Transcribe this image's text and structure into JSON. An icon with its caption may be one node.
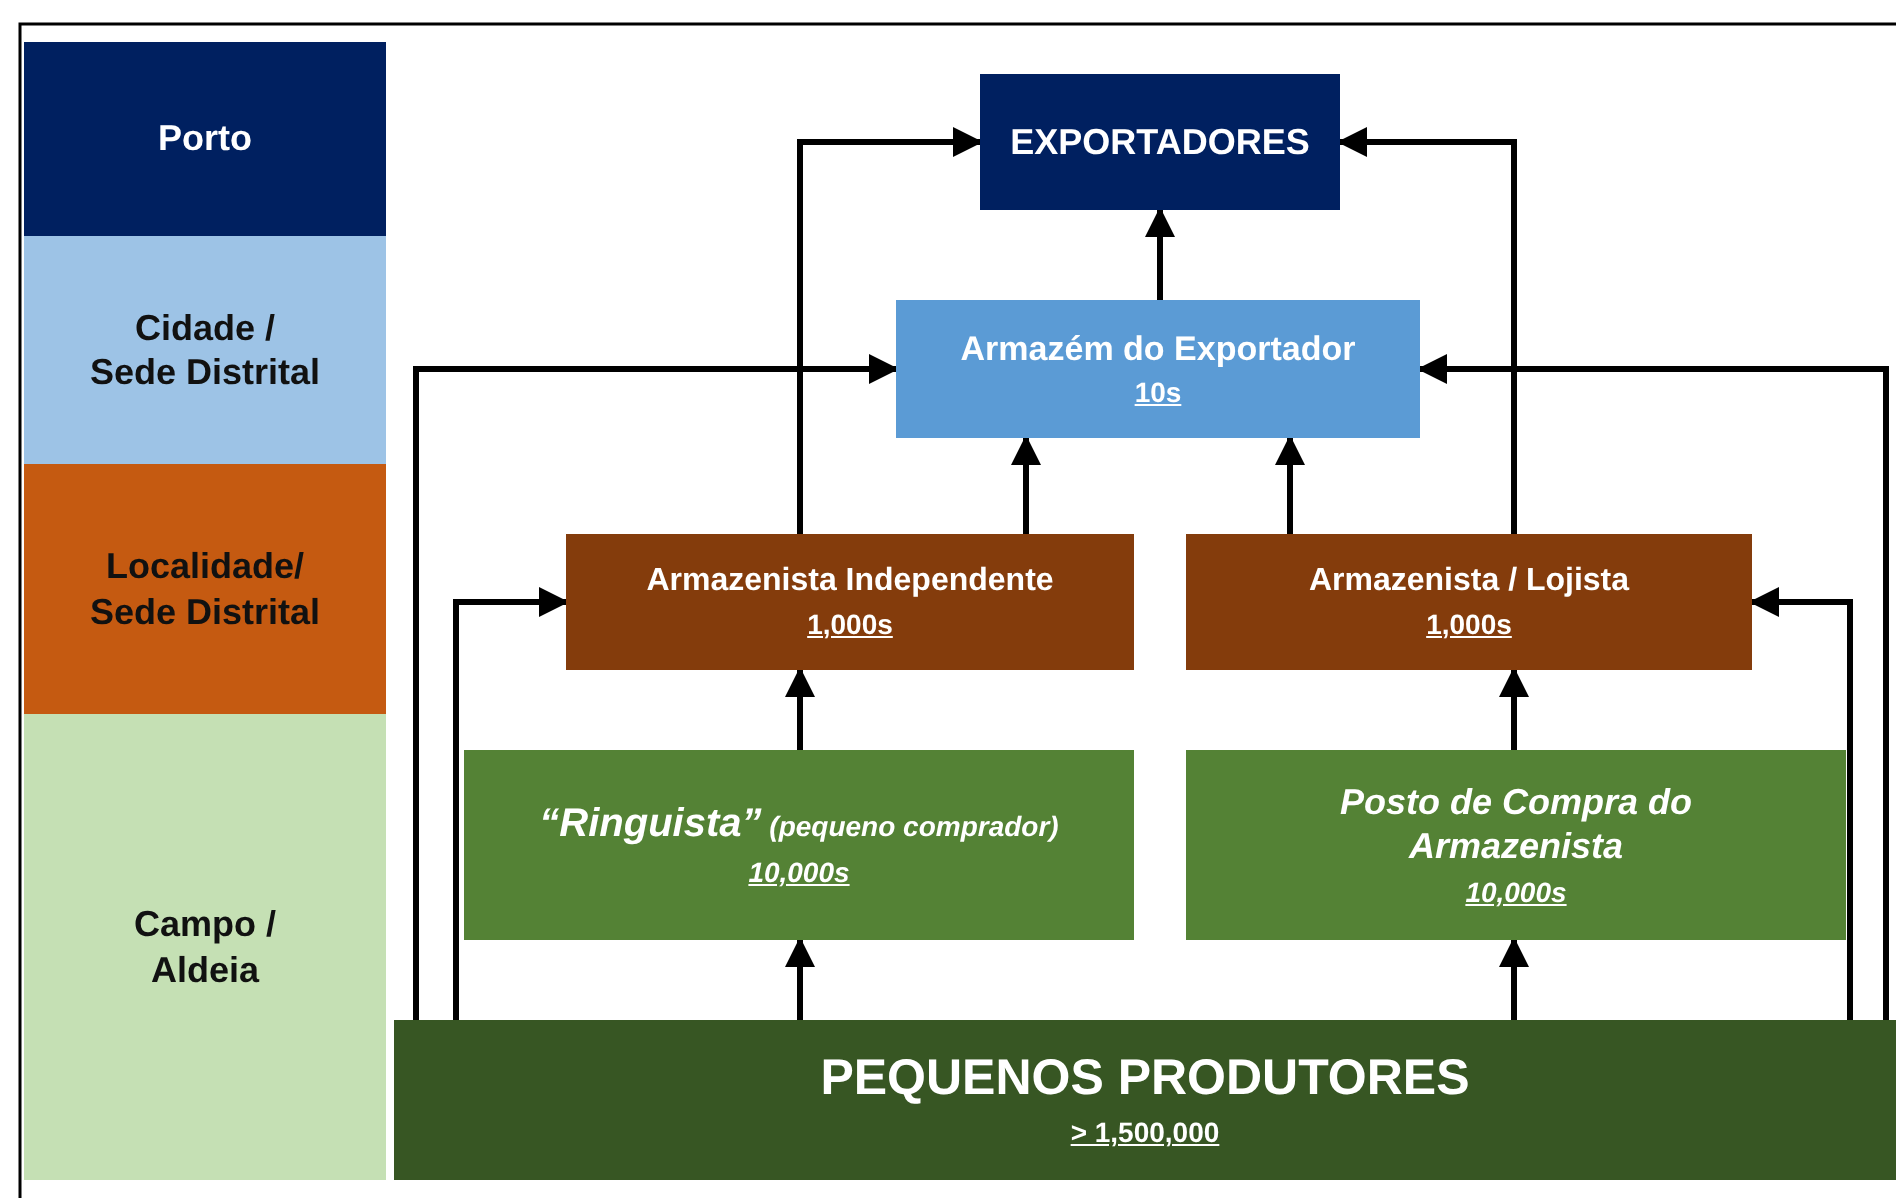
{
  "diagram": {
    "nodes": [
      {
        "text": [
          "Porto"
        ]
      },
      {
        "text": [
          "Cidade / Sede Distrital"
        ]
      },
      {
        "text": [
          "Localidade/ Sede Distrital"
        ]
      },
      {
        "text": [
          "Campo / Aldeia"
        ]
      },
      {
        "text": [
          "EXPORTADORES"
        ]
      },
      {
        "text": [
          "Armazém do Exportador",
          "10s"
        ]
      },
      {
        "text": [
          "Armazenista Independente",
          "1,000s"
        ]
      },
      {
        "text": [
          "Armazenista / Lojista",
          "1,000s"
        ]
      },
      {
        "text": [
          "**“Ringuista”** (pequeno comprador)",
          "10,000s"
        ]
      },
      {
        "text": [
          "Posto de Compra do Armazenista",
          "10,000s"
        ]
      },
      {
        "text": [
          "PEQUENOS PRODUTORES",
          "> 1,500,000"
        ]
      }
    ],
    "edges": [
      {
        "from": 5,
        "to": 4,
        "arrow": "to"
      },
      {
        "from": 6,
        "to": 4,
        "arrow": "to"
      },
      {
        "from": 7,
        "to": 4,
        "arrow": "to"
      },
      {
        "from": 6,
        "to": 5,
        "arrow": "to"
      },
      {
        "from": 7,
        "to": 5,
        "arrow": "to"
      },
      {
        "from": 10,
        "to": 5,
        "arrow": "to"
      },
      {
        "from": 10,
        "to": 5,
        "arrow": "to"
      },
      {
        "from": 10,
        "to": 6,
        "arrow": "to"
      },
      {
        "from": 10,
        "to": 7,
        "arrow": "to"
      },
      {
        "from": 8,
        "to": 6,
        "arrow": "to"
      },
      {
        "from": 9,
        "to": 7,
        "arrow": "to"
      },
      {
        "from": 10,
        "to": 8,
        "arrow": "to"
      },
      {
        "from": 10,
        "to": 9,
        "arrow": "to"
      }
    ]
  }
}
